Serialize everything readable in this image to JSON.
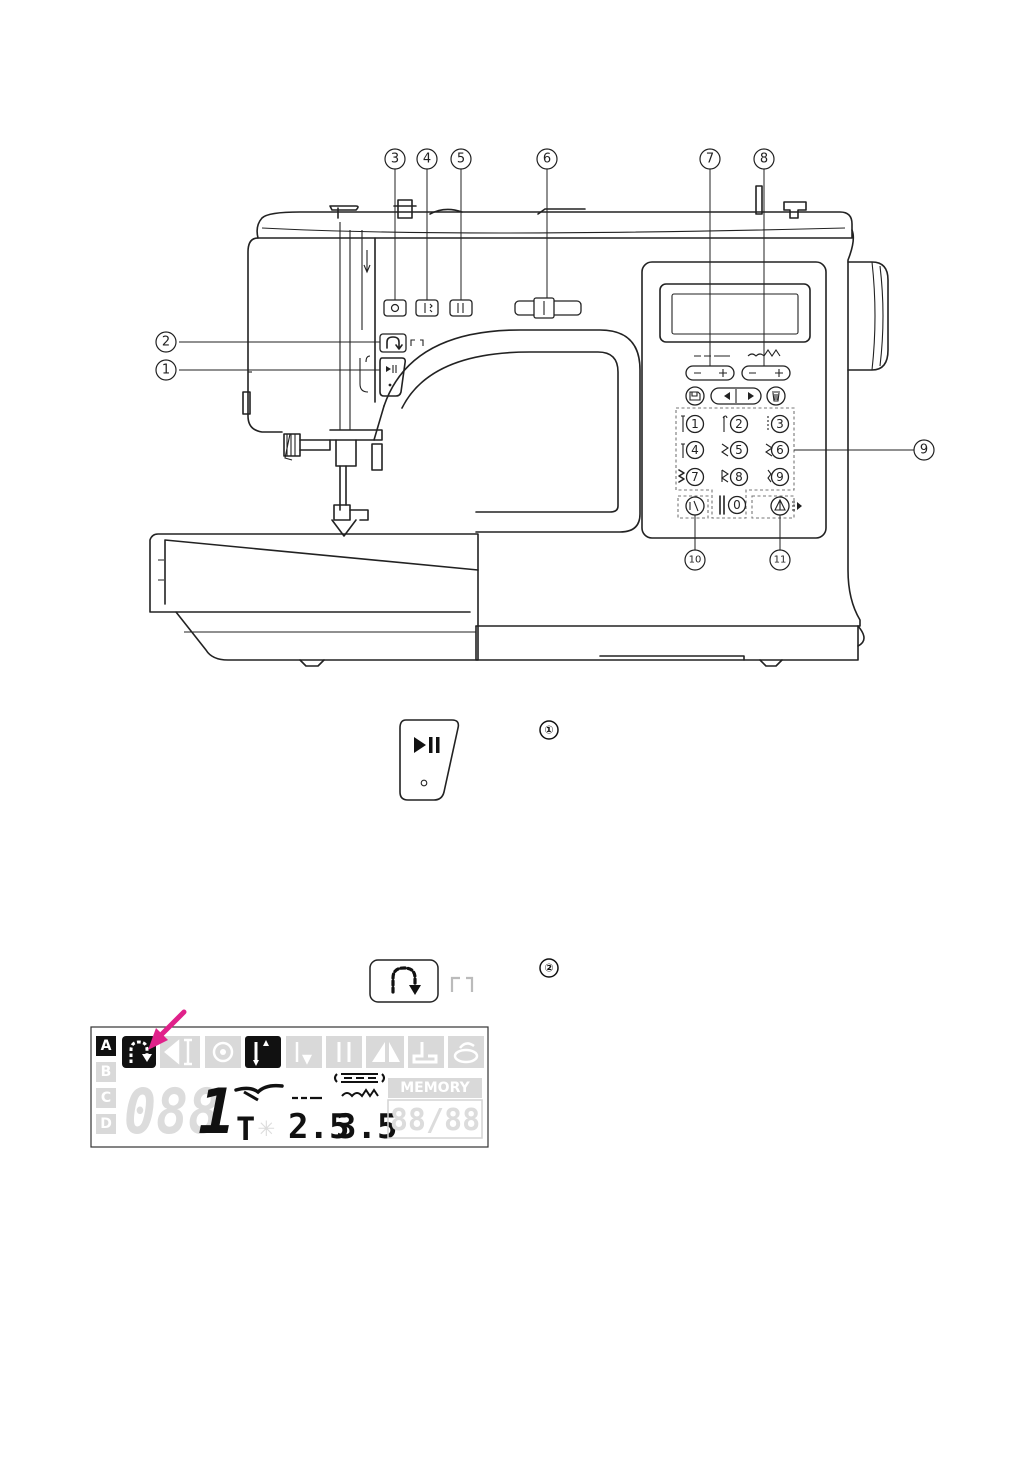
{
  "callouts": [
    "1",
    "2",
    "3",
    "4",
    "5",
    "6",
    "7",
    "8",
    "9",
    "10",
    "11"
  ],
  "pattern_keys": [
    "1",
    "2",
    "3",
    "4",
    "5",
    "6",
    "7",
    "8",
    "9",
    "0"
  ],
  "button_icons": {
    "start_stop": "play-pause-icon",
    "reverse": "reverse-stitch-icon",
    "auto_lock": "auto-lock-icon",
    "needle_position": "needle-up-down-icon",
    "twin_needle": "twin-needle-icon",
    "speed_slider": "speed-slider-icon",
    "memory": "save-icon",
    "delete": "trash-icon",
    "auto_tie": "auto-tie-icon",
    "mirror": "mirror-icon"
  },
  "sections": [
    {
      "marker": "①",
      "icon": "play-pause-icon"
    },
    {
      "marker": "②",
      "icon": "reverse-stitch-icon"
    }
  ],
  "lcd": {
    "mode_letters": [
      "A",
      "B",
      "C",
      "D"
    ],
    "active_letter": "A",
    "pattern_number": "088",
    "pattern_digit": "1",
    "foot": "T",
    "stitch_length": "2.5",
    "stitch_width": "3.5",
    "memory_label": "MEMORY",
    "memory_value": "88/88",
    "arrow_color": "#e0218a"
  }
}
